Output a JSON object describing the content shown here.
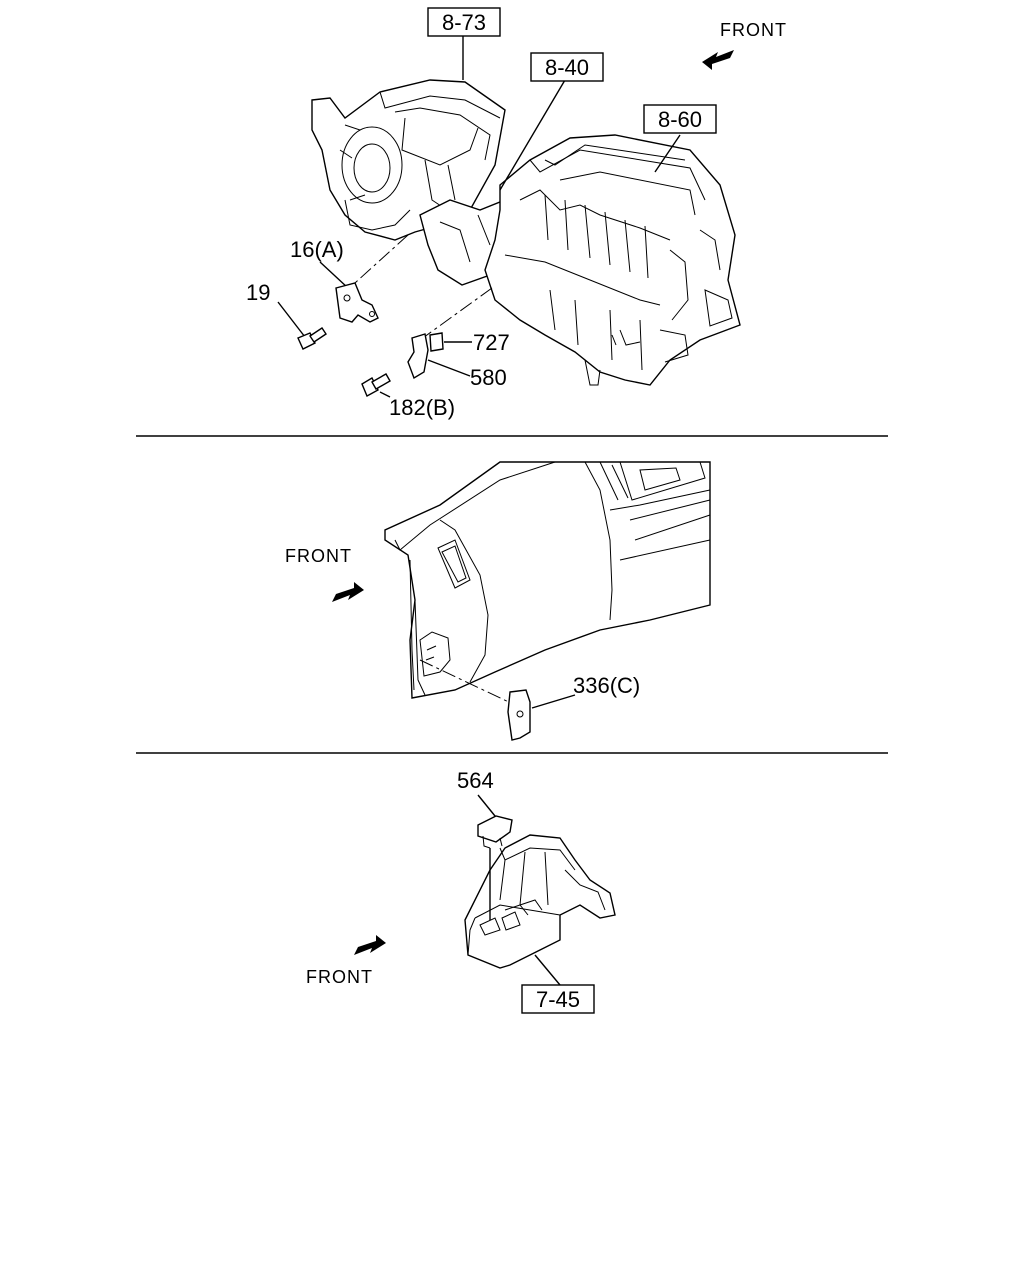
{
  "section1": {
    "front_label": "FRONT",
    "refs": {
      "r873": "8-73",
      "r840": "8-40",
      "r860": "8-60"
    },
    "parts": {
      "p16": "16(A)",
      "p19": "19",
      "p727": "727",
      "p580": "580",
      "p182": "182(B)"
    }
  },
  "section2": {
    "front_label": "FRONT",
    "parts": {
      "p336": "336(C)"
    }
  },
  "section3": {
    "front_label": "FRONT",
    "refs": {
      "r745": "7-45"
    },
    "parts": {
      "p564": "564"
    }
  }
}
